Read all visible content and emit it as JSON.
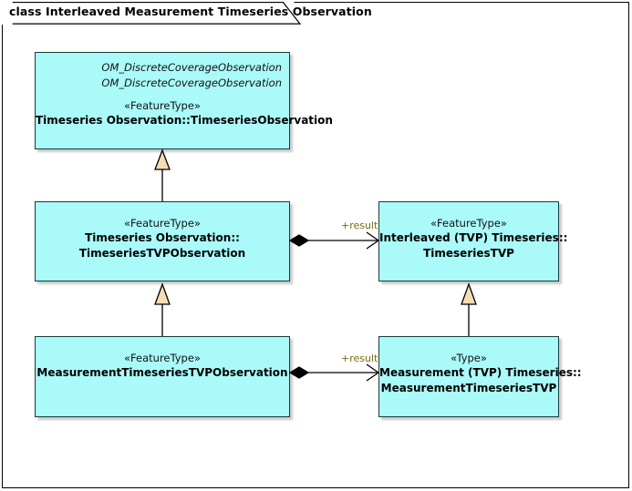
{
  "diagram": {
    "frame_title": "class Interleaved Measurement Timeseries Observation",
    "type": "uml-class-diagram",
    "colors": {
      "class_fill": "#aafafa",
      "class_border": "#1a3a3a",
      "generalization_arrow_fill": "#f5dcb4",
      "edge_label_color": "#7a6a12",
      "frame_border": "#000000"
    }
  },
  "classes": [
    {
      "id": "timeseries-observation",
      "inherited": [
        "OM_DiscreteCoverageObservation",
        "OM_DiscreteCoverageObservation"
      ],
      "stereotype": "«FeatureType»",
      "name_lines": [
        "Timeseries Observation::TimeseriesObservation"
      ]
    },
    {
      "id": "timeseries-tvp-observation",
      "inherited": [],
      "stereotype": "«FeatureType»",
      "name_lines": [
        "Timeseries Observation::",
        "TimeseriesTVPObservation"
      ]
    },
    {
      "id": "interleaved-tvp-timeseries-tvp",
      "inherited": [],
      "stereotype": "«FeatureType»",
      "name_lines": [
        "Interleaved (TVP) Timeseries::",
        "TimeseriesTVP"
      ]
    },
    {
      "id": "measurement-timeseries-tvp-observation",
      "inherited": [],
      "stereotype": "«FeatureType»",
      "name_lines": [
        "MeasurementTimeseriesTVPObservation"
      ]
    },
    {
      "id": "measurement-tvp-timeseries-tvp",
      "inherited": [],
      "stereotype": "«Type»",
      "name_lines": [
        "Measurement (TVP) Timeseries::",
        "MeasurementTimeseriesTVP"
      ]
    }
  ],
  "connectors": [
    {
      "id": "gen-tsobs",
      "kind": "generalization",
      "from": "timeseries-tvp-observation",
      "to": "timeseries-observation",
      "label": ""
    },
    {
      "id": "gen-mtsobs",
      "kind": "generalization",
      "from": "measurement-timeseries-tvp-observation",
      "to": "timeseries-tvp-observation",
      "label": ""
    },
    {
      "id": "gen-mtstvp",
      "kind": "generalization",
      "from": "measurement-tvp-timeseries-tvp",
      "to": "interleaved-tvp-timeseries-tvp",
      "label": ""
    },
    {
      "id": "comp-result-upper",
      "kind": "composition",
      "from": "timeseries-tvp-observation",
      "to": "interleaved-tvp-timeseries-tvp",
      "label": "+result"
    },
    {
      "id": "comp-result-lower",
      "kind": "composition",
      "from": "measurement-timeseries-tvp-observation",
      "to": "measurement-tvp-timeseries-tvp",
      "label": "+result"
    }
  ]
}
